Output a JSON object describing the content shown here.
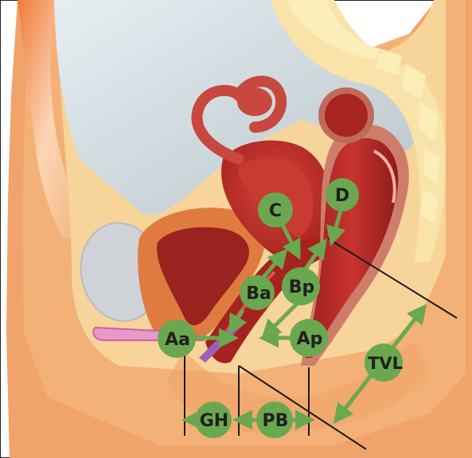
{
  "labels": {
    "aa": "Aa",
    "ba": "Ba",
    "c": "C",
    "d": "D",
    "bp": "Bp",
    "ap": "Ap",
    "tvl": "TVL",
    "gh": "GH",
    "pb": "PB"
  },
  "colors": {
    "marker": "#6aa84f",
    "skin_outer": "#f3b177",
    "skin_inner": "#f7d49a",
    "cavity": "#c8d3d8",
    "organ_red": "#b7282a",
    "organ_dark": "#8b1d1e",
    "line": "#1a1a1a"
  }
}
